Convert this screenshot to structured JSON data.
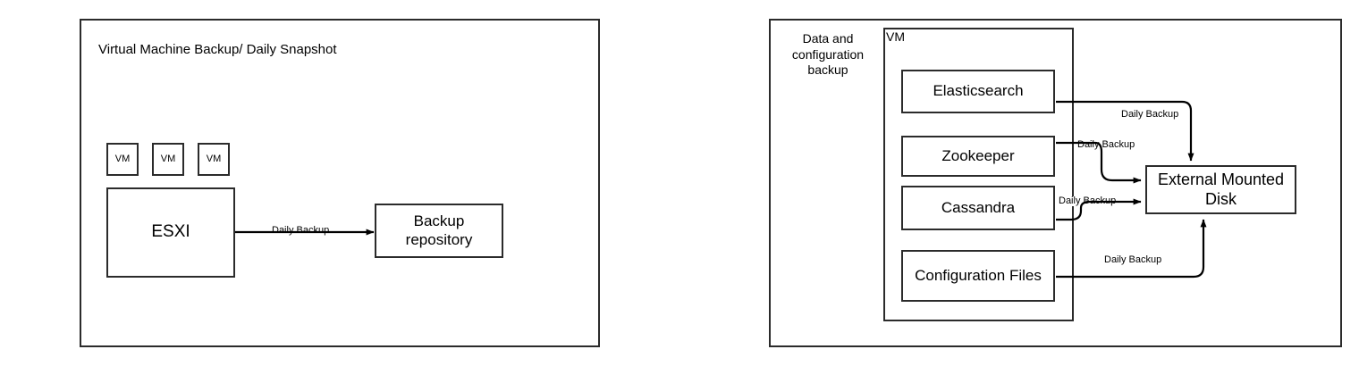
{
  "left_panel": {
    "title": "Virtual Machine Backup/ Daily Snapshot",
    "vm_chips": [
      {
        "label": "VM"
      },
      {
        "label": "VM"
      },
      {
        "label": "VM"
      }
    ],
    "nodes": {
      "esxi": "ESXI",
      "backup_repository": "Backup\nrepository"
    },
    "edges": [
      {
        "from": "esxi",
        "to": "backup_repository",
        "label": "Daily Backup"
      }
    ]
  },
  "right_panel": {
    "caption": "Data and\nconfiguration\nbackup",
    "vm_container_label": "VM",
    "nodes": {
      "elasticsearch": "Elasticsearch",
      "zookeeper": "Zookeeper",
      "cassandra": "Cassandra",
      "configuration_files": "Configuration Files",
      "external_mounted_disk": "External Mounted\nDisk"
    },
    "edges": [
      {
        "from": "elasticsearch",
        "to": "external_mounted_disk",
        "label": "Daily Backup"
      },
      {
        "from": "zookeeper",
        "to": "external_mounted_disk",
        "label": "Daily Backup"
      },
      {
        "from": "cassandra",
        "to": "external_mounted_disk",
        "label": "Daily Backup"
      },
      {
        "from": "configuration_files",
        "to": "external_mounted_disk",
        "label": "Daily Backup"
      }
    ]
  },
  "colors": {
    "stroke": "#2b2b2b",
    "arrow": "#000000",
    "background": "#ffffff",
    "text": "#000000"
  }
}
